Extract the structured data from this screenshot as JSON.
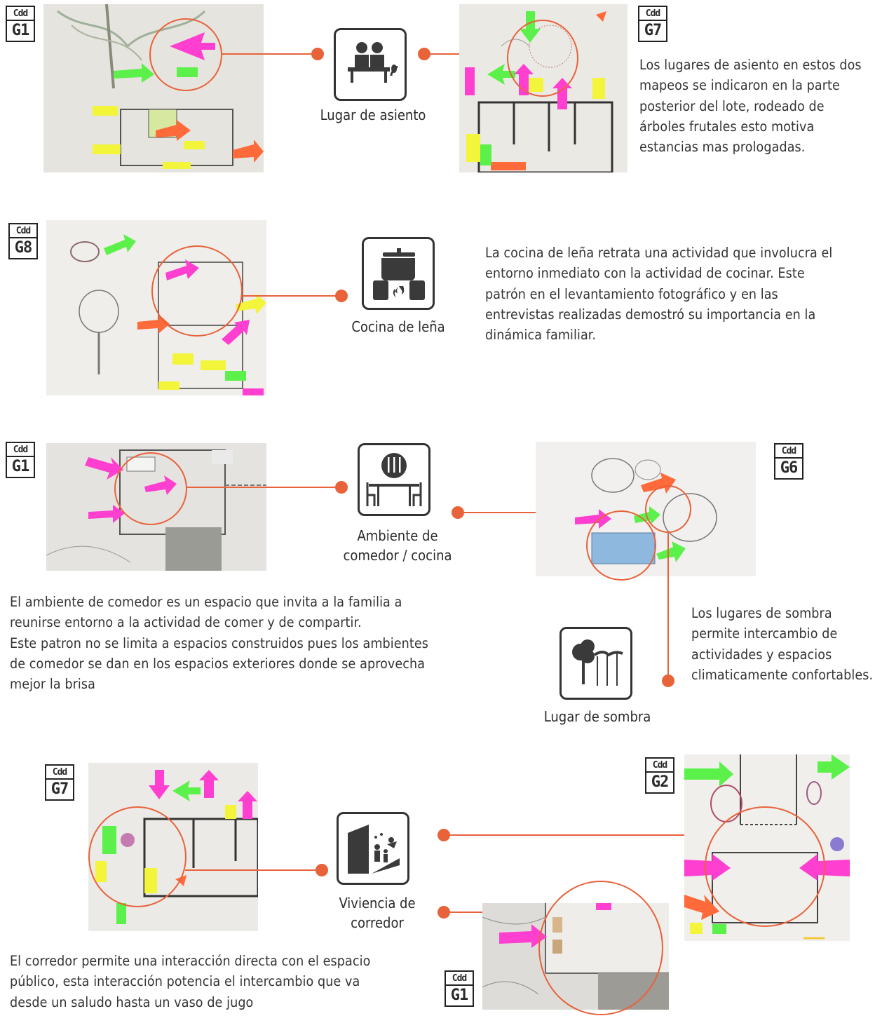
{
  "badges": {
    "prefix": "Cdd",
    "g1_top": "G1",
    "g7_top": "G7",
    "g8": "G8",
    "g1_mid": "G1",
    "g6": "G6",
    "g7_bottom": "G7",
    "g2": "G2",
    "g1_bottom": "G1"
  },
  "patterns": {
    "seating": {
      "icon": "bench-people-icon",
      "label": "Lugar de asiento",
      "description": "Los lugares de asiento en estos dos mapeos se indicaron en la parte posterior del lote, rodeado de árboles frutales esto motiva estancias mas prologadas."
    },
    "wood_stove": {
      "icon": "cooking-pot-fire-icon",
      "label": "Cocina de leña",
      "description": "La cocina de leña retrata una actividad que involucra el entorno inmediato con la actividad de cocinar. Este patrón en el levantamiento fotográfico y en las entrevistas realizadas demostró su importancia en la dinámica familiar."
    },
    "dining": {
      "icon": "dining-table-plate-icon",
      "label_line1": "Ambiente de",
      "label_line2": "comedor / cocina",
      "description_line1": "El ambiente de comedor es un espacio que invita a la familia a reunirse entorno a la actividad de comer y de compartir.",
      "description_line2": "Este patron no se limita a espacios construidos pues los ambientes de comedor se dan en los espacios exteriores donde se aprovecha mejor la brisa"
    },
    "shade": {
      "icon": "tree-awning-icon",
      "label": "Lugar de sombra",
      "description": "Los lugares de sombra permite intercambio de actividades y espacios climaticamente confortables."
    },
    "corridor": {
      "icon": "corridor-people-icon",
      "label_line1": "Viviencia de",
      "label_line2": "corredor",
      "description": "El corredor permite una interacción directa con el espacio público, esta interacción potencia el intercambio que va desde un saludo hasta un vaso de jugo"
    }
  },
  "colors": {
    "accent": "#e8623a",
    "sticky_pink": "#ff3fd0",
    "sticky_green": "#5cf04a",
    "sticky_yellow": "#f2f53a",
    "sticky_orange": "#ff6a3a"
  }
}
